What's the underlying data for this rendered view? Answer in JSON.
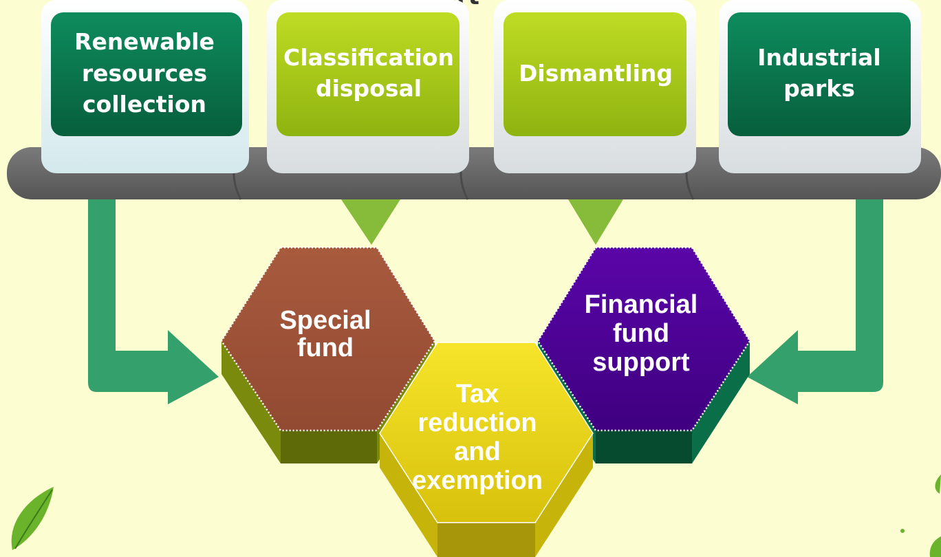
{
  "top_caption": "...pport",
  "categories": [
    {
      "id": "renewable",
      "lines": [
        "Renewable",
        "resources",
        "collection"
      ],
      "color": "dark-green"
    },
    {
      "id": "classification",
      "lines": [
        "Classification",
        "disposal"
      ],
      "color": "lime"
    },
    {
      "id": "dismantling",
      "lines": [
        "Dismantling"
      ],
      "color": "lime"
    },
    {
      "id": "industrial",
      "lines": [
        "Industrial",
        "parks"
      ],
      "color": "dark-green"
    }
  ],
  "supports": [
    {
      "id": "special-fund",
      "lines": [
        "Special",
        "fund"
      ],
      "color": "#a0533a"
    },
    {
      "id": "tax-reduction",
      "lines": [
        "Tax",
        "reduction",
        "and",
        "exemption"
      ],
      "color": "#e6d215"
    },
    {
      "id": "financial-fund",
      "lines": [
        "Financial",
        "fund",
        "support"
      ],
      "color": "#4b0096"
    }
  ],
  "colors": {
    "background": "#fdfdd2",
    "bar": "#6e6e6e",
    "dark_green": "#0b7a50",
    "lime": "#a7cc17",
    "arrow_green": "#34a06c",
    "triangle_green": "#86bc3a"
  }
}
